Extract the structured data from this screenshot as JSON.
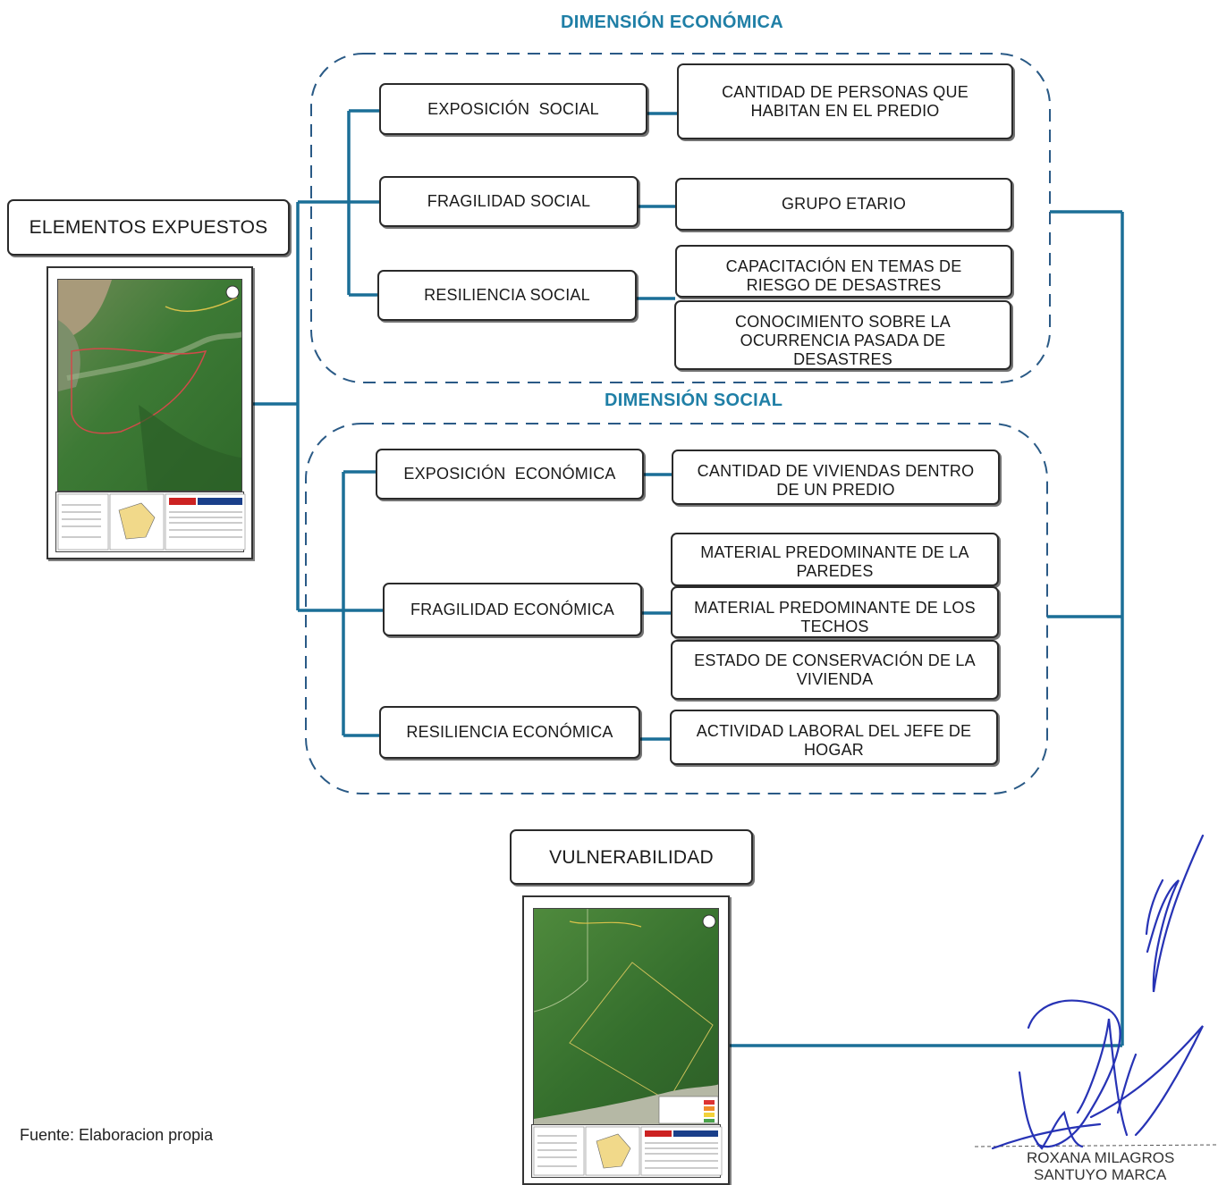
{
  "dimensions": {
    "economica_title": "DIMENSIÓN ECONÓMICA",
    "social_title": "DIMENSIÓN SOCIAL"
  },
  "roots": {
    "elementos_expuestos": "ELEMENTOS EXPUESTOS",
    "vulnerabilidad": "VULNERABILIDAD"
  },
  "upper_group": {
    "factors": {
      "exposicion": "EXPOSICIÓN  SOCIAL",
      "fragilidad": "FRAGILIDAD SOCIAL",
      "resiliencia": "RESILIENCIA SOCIAL"
    },
    "indicators": {
      "personas": "CANTIDAD DE PERSONAS QUE HABITAN EN EL PREDIO",
      "grupo_etario": "GRUPO ETARIO",
      "capacitacion": "CAPACITACIÓN EN TEMAS DE RIESGO DE DESASTRES",
      "conocimiento": "CONOCIMIENTO SOBRE LA OCURRENCIA PASADA DE DESASTRES"
    }
  },
  "lower_group": {
    "factors": {
      "exposicion": "EXPOSICIÓN  ECONÓMICA",
      "fragilidad": "FRAGILIDAD ECONÓMICA",
      "resiliencia": "RESILIENCIA ECONÓMICA"
    },
    "indicators": {
      "viviendas": "CANTIDAD DE VIVIENDAS DENTRO DE UN PREDIO",
      "paredes": "MATERIAL PREDOMINANTE DE LA PAREDES",
      "techos": "MATERIAL PREDOMINANTE DE LOS TECHOS",
      "conservacion": "ESTADO DE CONSERVACIÓN DE LA VIVIENDA",
      "actividad": "ACTIVIDAD LABORAL DEL JEFE DE HOGAR"
    }
  },
  "source_caption": "Fuente: Elaboracion propia",
  "signature": {
    "name_line1": "ROXANA MILAGROS",
    "name_line2": "SANTUYO MARCA"
  },
  "colors": {
    "connector": "#1b6f97",
    "dashed_border": "#2a5a86",
    "title": "#1f7fa6",
    "ink": "#2733b5"
  }
}
